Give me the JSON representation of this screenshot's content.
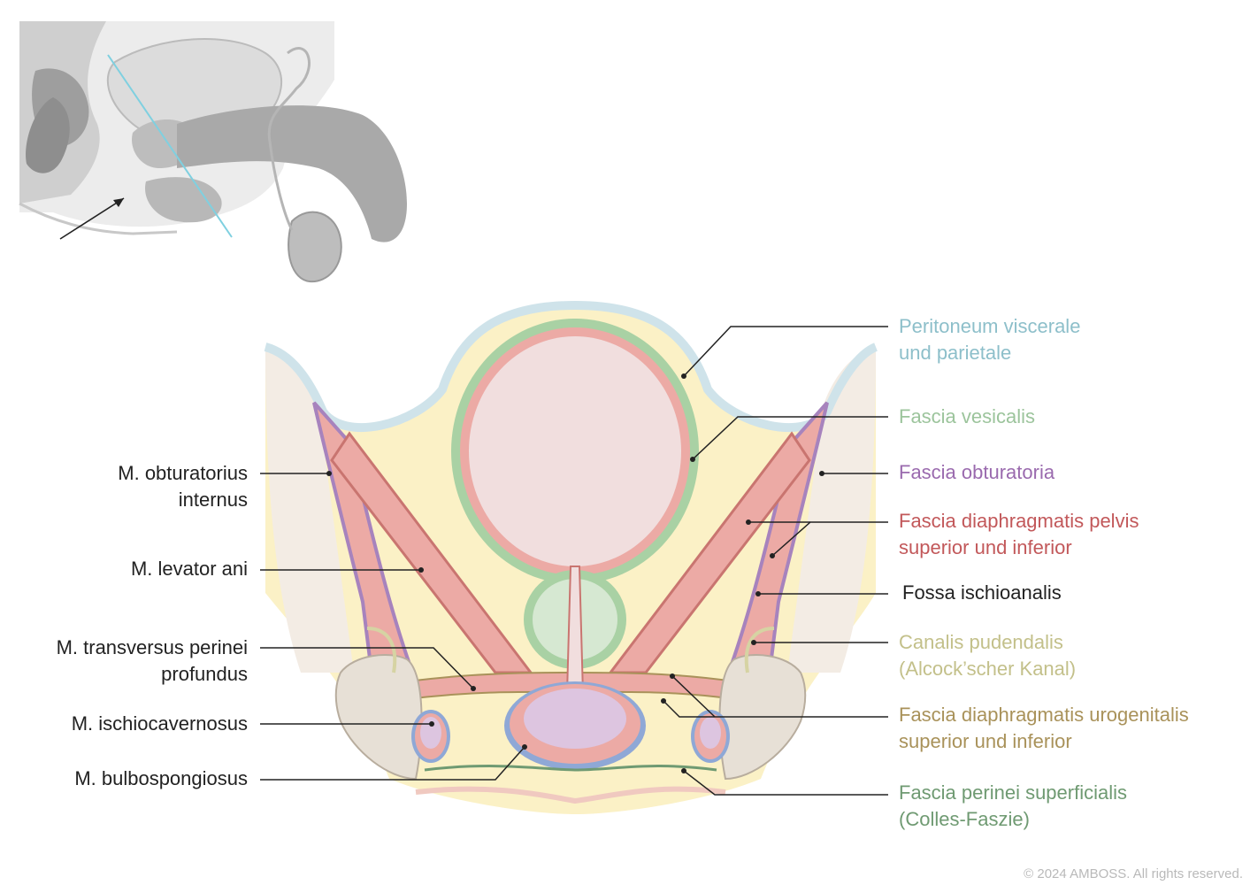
{
  "labels_left": [
    {
      "id": "obturatorius",
      "lines": [
        "M. obturatorius",
        "internus"
      ]
    },
    {
      "id": "levator",
      "lines": [
        "M. levator ani"
      ]
    },
    {
      "id": "transversus",
      "lines": [
        "M. transversus perinei",
        "profundus"
      ]
    },
    {
      "id": "ischiocavernosus",
      "lines": [
        "M. ischiocavernosus"
      ]
    },
    {
      "id": "bulbospongiosus",
      "lines": [
        "M. bulbospongiosus"
      ]
    }
  ],
  "labels_right": [
    {
      "id": "peritoneum",
      "lines": [
        "Peritoneum viscerale",
        "und parietale"
      ],
      "color": "#8dbfca"
    },
    {
      "id": "vesicalis",
      "lines": [
        "Fascia vesicalis"
      ],
      "color": "#9cc49c"
    },
    {
      "id": "obturatoria",
      "lines": [
        "Fascia obturatoria"
      ],
      "color": "#9a6aae"
    },
    {
      "id": "diaphragm-pelvis",
      "lines": [
        "Fascia diaphragmatis pelvis",
        "superior und inferior"
      ],
      "color": "#c2585a"
    },
    {
      "id": "fossa",
      "lines": [
        "Fossa ischioanalis"
      ],
      "color": "#222222"
    },
    {
      "id": "canalis",
      "lines": [
        "Canalis pudendalis",
        "(Alcock’scher Kanal)"
      ],
      "color": "#c3c08a"
    },
    {
      "id": "diaphragm-uro",
      "lines": [
        "Fascia diaphragmatis urogenitalis",
        "superior und inferior"
      ],
      "color": "#a9925a"
    },
    {
      "id": "perinei",
      "lines": [
        "Fascia perinei superficialis",
        "(Colles-Faszie)"
      ],
      "color": "#6f9a72"
    }
  ],
  "copyright": "© 2024 AMBOSS. All rights reserved.",
  "colors": {
    "peritoneum": "#cfe3ea",
    "fat": "#fbf1c6",
    "muscle": "#ecaaa5",
    "muscle_dark": "#c97570",
    "fascia_vesicalis": "#a9d1a4",
    "bladder": "#f1dede",
    "obturatoria": "#a783bd",
    "bone": "#e7e0d6",
    "bulb": "#ddc5e0",
    "blue_fascia": "#8fa8d6"
  }
}
